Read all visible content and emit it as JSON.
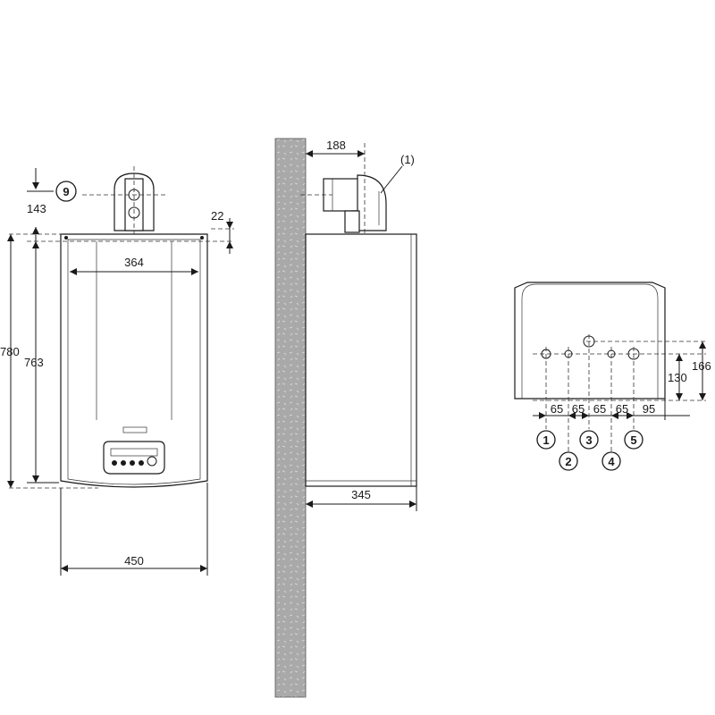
{
  "front_view": {
    "callout_9": "9",
    "dim_143": "143",
    "dim_22": "22",
    "dim_364": "364",
    "dim_780": "780",
    "dim_763": "763",
    "dim_450": "450"
  },
  "side_view": {
    "dim_188": "188",
    "callout_1": "(1)",
    "dim_345": "345"
  },
  "bottom_view": {
    "dim_166": "166",
    "dim_130": "130",
    "spacings": [
      "65",
      "65",
      "65",
      "65",
      "95"
    ],
    "connections": [
      "1",
      "2",
      "3",
      "4",
      "5"
    ]
  }
}
